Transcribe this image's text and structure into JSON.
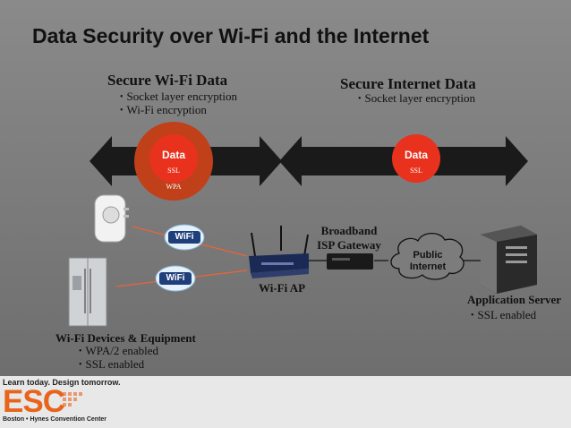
{
  "slide": {
    "title": "Data Security over Wi-Fi and the Internet",
    "wifi_section": {
      "heading": "Secure Wi-Fi Data",
      "bullets": [
        "Socket layer encryption",
        "Wi-Fi encryption"
      ]
    },
    "internet_section": {
      "heading": "Secure Internet Data",
      "bullets": [
        "Socket layer encryption"
      ]
    },
    "wifi_packet": {
      "label": "Data",
      "inner": "SSL",
      "outer": "WPA"
    },
    "internet_packet": {
      "label": "Data",
      "inner": "SSL"
    },
    "gateway_label": [
      "Broadband",
      "ISP Gateway"
    ],
    "cloud_label": [
      "Public",
      "Internet"
    ],
    "ap_label": "Wi-Fi AP",
    "wifi_badge": "WiFi",
    "server": {
      "label": "Application Server",
      "bullets": [
        "SSL enabled"
      ]
    },
    "devices": {
      "label": "Wi-Fi Devices & Equipment",
      "bullets": [
        "WPA/2 enabled",
        "SSL enabled"
      ]
    }
  },
  "footer": {
    "tagline": "Learn today. Design tomorrow.",
    "logo_text": "ESC",
    "venue": "Boston • Hynes Convention Center"
  },
  "colors": {
    "arrow": "#1a1a1a",
    "wpa_ring": "#c0401a",
    "ssl_core": "#e8321e",
    "link_line": "#e8643a",
    "brand": "#e8641d"
  }
}
